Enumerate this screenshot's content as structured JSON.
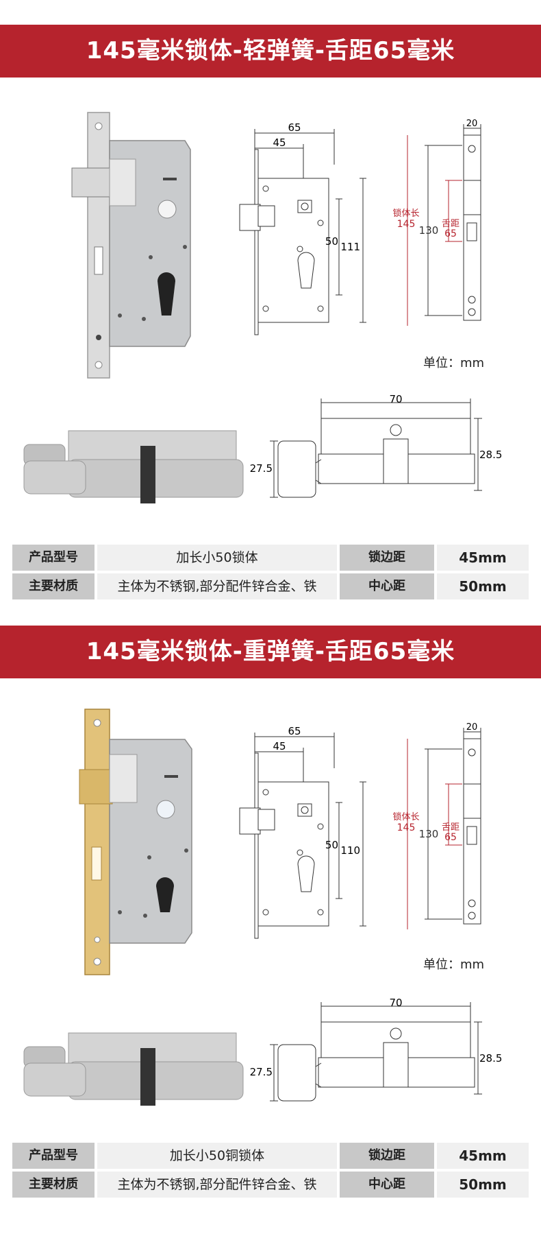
{
  "sections": [
    {
      "title": "145毫米锁体-轻弹簧-舌距65毫米",
      "faceplate_color": "#dcdcdc",
      "diagram": {
        "d65": "65",
        "d45": "45",
        "d50": "50",
        "height": "111",
        "w20": "20",
        "body_len_label": "锁体长",
        "body_len": "145",
        "h130": "130",
        "tongue_label": "舌距",
        "tongue": "65"
      },
      "unit": "单位：mm",
      "cylinder": {
        "d70": "70",
        "d285": "28.5",
        "d275": "27.5"
      },
      "spec": {
        "model_label": "产品型号",
        "model_value": "加长小50锁体",
        "backset_label": "锁边距",
        "backset_value": "45mm",
        "material_label": "主要材质",
        "material_value": "主体为不锈钢,部分配件锌合金、铁",
        "center_label": "中心距",
        "center_value": "50mm"
      }
    },
    {
      "title": "145毫米锁体-重弹簧-舌距65毫米",
      "faceplate_color": "#e2c27a",
      "diagram": {
        "d65": "65",
        "d45": "45",
        "d50": "50",
        "height": "110",
        "w20": "20",
        "body_len_label": "锁体长",
        "body_len": "145",
        "h130": "130",
        "tongue_label": "舌距",
        "tongue": "65"
      },
      "unit": "单位：mm",
      "cylinder": {
        "d70": "70",
        "d285": "28.5",
        "d275": "27.5"
      },
      "spec": {
        "model_label": "产品型号",
        "model_value": "加长小50铜锁体",
        "backset_label": "锁边距",
        "backset_value": "45mm",
        "material_label": "主要材质",
        "material_value": "主体为不锈钢,部分配件锌合金、铁",
        "center_label": "中心距",
        "center_value": "50mm"
      }
    }
  ]
}
